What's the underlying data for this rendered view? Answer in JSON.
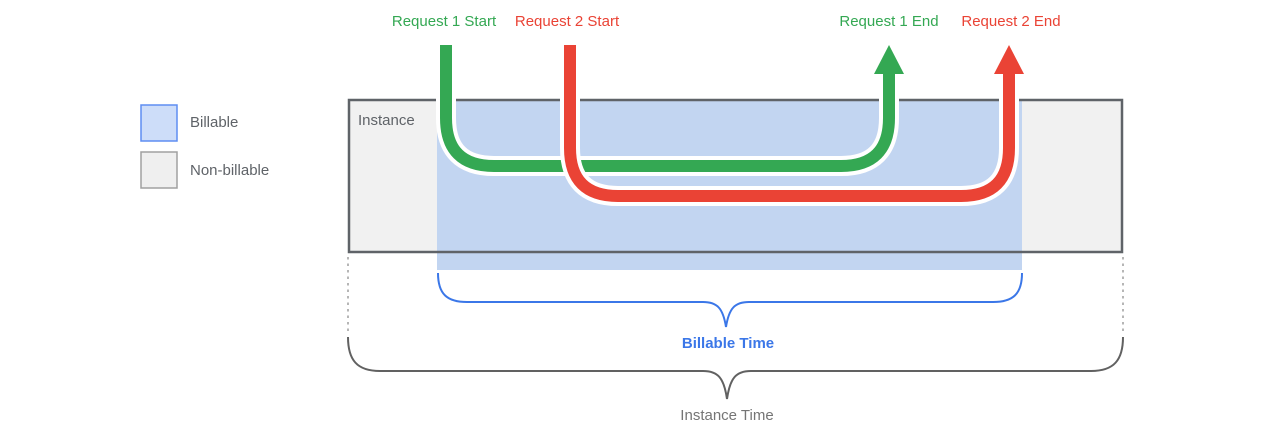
{
  "diagram": {
    "request_labels": {
      "r1_start": "Request 1 Start",
      "r2_start": "Request 2 Start",
      "r1_end": "Request 1 End",
      "r2_end": "Request 2 End"
    },
    "instance_label": "Instance",
    "billable_time_label": "Billable Time",
    "instance_time_label": "Instance Time"
  },
  "legend": {
    "items": [
      {
        "label": "Billable",
        "fill": "#cdddf9",
        "border": "#5e8df2"
      },
      {
        "label": "Non-billable",
        "fill": "#efefef",
        "border": "#a0a0a0"
      }
    ]
  },
  "colors": {
    "request_green": "#34a853",
    "request_red": "#ea4335",
    "billable_fill": "#c2d5f1",
    "instance_fill": "#f1f1f1",
    "instance_border": "#5f6368",
    "brace_blue": "#3b77e8",
    "brace_gray": "#616161",
    "dashed_gray": "#9e9e9e",
    "line_casing": "#ffffff"
  }
}
